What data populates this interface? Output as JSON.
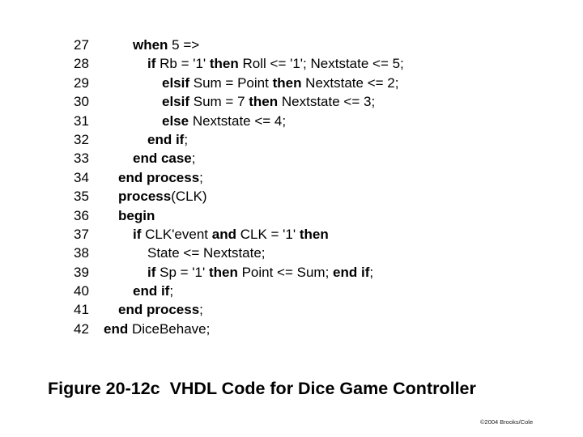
{
  "code": {
    "language": "VHDL",
    "lines": [
      {
        "num": "27",
        "indent": 164,
        "parts": [
          {
            "t": "when",
            "b": true
          },
          {
            "t": " 5 =>",
            "b": false
          }
        ]
      },
      {
        "num": "28",
        "indent": 182,
        "parts": [
          {
            "t": "if",
            "b": true
          },
          {
            "t": " Rb = '1' ",
            "b": false
          },
          {
            "t": "then",
            "b": true
          },
          {
            "t": " Roll <= '1'; Nextstate <= 5;",
            "b": false
          }
        ]
      },
      {
        "num": "29",
        "indent": 200,
        "parts": [
          {
            "t": "elsif",
            "b": true
          },
          {
            "t": " Sum = Point ",
            "b": false
          },
          {
            "t": "then",
            "b": true
          },
          {
            "t": " Nextstate <= 2;",
            "b": false
          }
        ]
      },
      {
        "num": "30",
        "indent": 200,
        "parts": [
          {
            "t": "elsif",
            "b": true
          },
          {
            "t": " Sum = 7 ",
            "b": false
          },
          {
            "t": "then",
            "b": true
          },
          {
            "t": " Nextstate <= 3;",
            "b": false
          }
        ]
      },
      {
        "num": "31",
        "indent": 200,
        "parts": [
          {
            "t": "else",
            "b": true
          },
          {
            "t": " Nextstate <= 4;",
            "b": false
          }
        ]
      },
      {
        "num": "32",
        "indent": 182,
        "parts": [
          {
            "t": "end if",
            "b": true
          },
          {
            "t": ";",
            "b": false
          }
        ]
      },
      {
        "num": "33",
        "indent": 164,
        "parts": [
          {
            "t": "end case",
            "b": true
          },
          {
            "t": ";",
            "b": false
          }
        ]
      },
      {
        "num": "34",
        "indent": 146,
        "parts": [
          {
            "t": "end process",
            "b": true
          },
          {
            "t": ";",
            "b": false
          }
        ]
      },
      {
        "num": "35",
        "indent": 146,
        "parts": [
          {
            "t": "process",
            "b": true
          },
          {
            "t": "(CLK)",
            "b": false
          }
        ]
      },
      {
        "num": "36",
        "indent": 146,
        "parts": [
          {
            "t": "begin",
            "b": true
          }
        ]
      },
      {
        "num": "37",
        "indent": 164,
        "parts": [
          {
            "t": "if",
            "b": true
          },
          {
            "t": " CLK'event ",
            "b": false
          },
          {
            "t": "and",
            "b": true
          },
          {
            "t": " CLK = '1' ",
            "b": false
          },
          {
            "t": "then",
            "b": true
          }
        ]
      },
      {
        "num": "38",
        "indent": 182,
        "parts": [
          {
            "t": "State <= Nextstate;",
            "b": false
          }
        ]
      },
      {
        "num": "39",
        "indent": 182,
        "parts": [
          {
            "t": "if",
            "b": true
          },
          {
            "t": " Sp = '1' ",
            "b": false
          },
          {
            "t": "then",
            "b": true
          },
          {
            "t": " Point <= Sum; ",
            "b": false
          },
          {
            "t": "end if",
            "b": true
          },
          {
            "t": ";",
            "b": false
          }
        ]
      },
      {
        "num": "40",
        "indent": 164,
        "parts": [
          {
            "t": "end if",
            "b": true
          },
          {
            "t": ";",
            "b": false
          }
        ]
      },
      {
        "num": "41",
        "indent": 146,
        "parts": [
          {
            "t": "end process",
            "b": true
          },
          {
            "t": ";",
            "b": false
          }
        ]
      },
      {
        "num": "42",
        "indent": 128,
        "parts": [
          {
            "t": "end",
            "b": true
          },
          {
            "t": " DiceBehave;",
            "b": false
          }
        ]
      }
    ]
  },
  "caption": "Figure 20-12c  VHDL Code for Dice Game Controller",
  "copyright": "©2004 Brooks/Cole"
}
